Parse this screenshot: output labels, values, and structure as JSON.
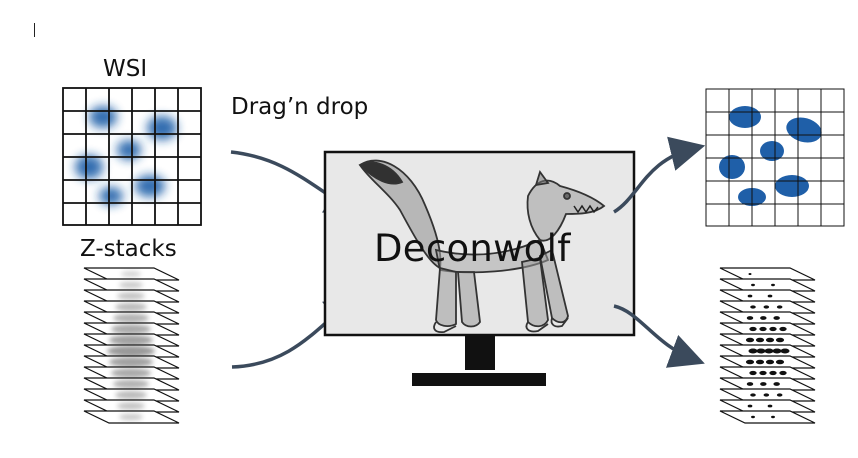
{
  "labels": {
    "wsi": "WSI",
    "zstacks": "Z-stacks",
    "dragdrop": "Drag’n drop",
    "app_name": "Deconwolf"
  },
  "icons": [
    "wolf-drawing-icon",
    "monitor-icon"
  ],
  "colors": {
    "blob_blue": "#1f5fa8",
    "arrow": "#3b4a5c",
    "screen_bg": "#e8e8e8",
    "stroke": "#111111"
  }
}
